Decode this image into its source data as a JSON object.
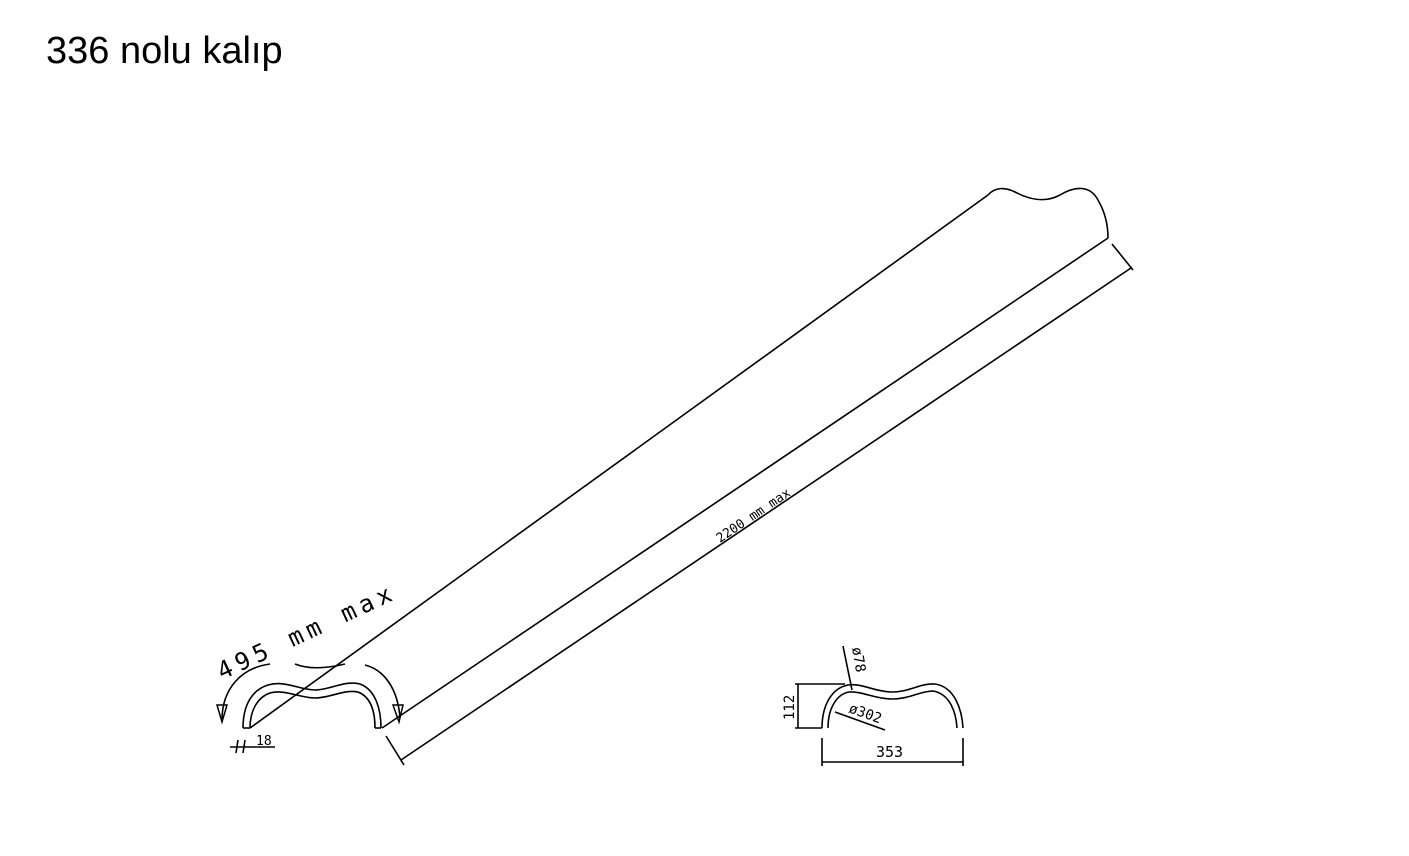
{
  "title": "336 nolu kalıp",
  "dimensions": {
    "length": "2200 mm max",
    "width": "495 mm max",
    "thickness": "18",
    "height": "112",
    "span": "353",
    "small_diameter": "ø78",
    "large_diameter": "ø302"
  }
}
